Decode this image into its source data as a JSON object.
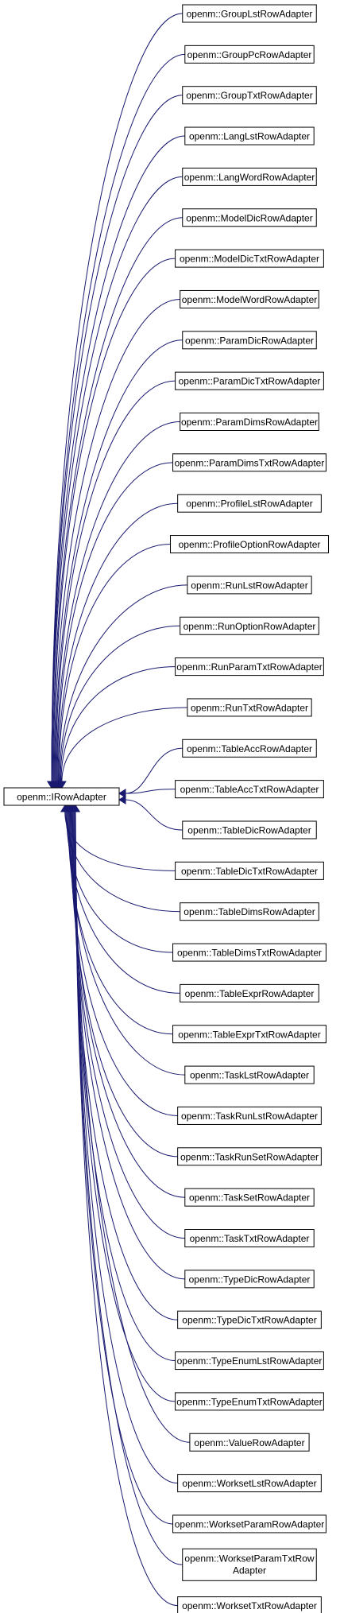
{
  "base_class": "openm::IRowAdapter",
  "derived_classes": [
    "openm::GroupLstRowAdapter",
    "openm::GroupPcRowAdapter",
    "openm::GroupTxtRowAdapter",
    "openm::LangLstRowAdapter",
    "openm::LangWordRowAdapter",
    "openm::ModelDicRowAdapter",
    "openm::ModelDicTxtRowAdapter",
    "openm::ModelWordRowAdapter",
    "openm::ParamDicRowAdapter",
    "openm::ParamDicTxtRowAdapter",
    "openm::ParamDimsRowAdapter",
    "openm::ParamDimsTxtRowAdapter",
    "openm::ProfileLstRowAdapter",
    "openm::ProfileOptionRowAdapter",
    "openm::RunLstRowAdapter",
    "openm::RunOptionRowAdapter",
    "openm::RunParamTxtRowAdapter",
    "openm::RunTxtRowAdapter",
    "openm::TableAccRowAdapter",
    "openm::TableAccTxtRowAdapter",
    "openm::TableDicRowAdapter",
    "openm::TableDicTxtRowAdapter",
    "openm::TableDimsRowAdapter",
    "openm::TableDimsTxtRowAdapter",
    "openm::TableExprRowAdapter",
    "openm::TableExprTxtRowAdapter",
    "openm::TaskLstRowAdapter",
    "openm::TaskRunLstRowAdapter",
    "openm::TaskRunSetRowAdapter",
    "openm::TaskSetRowAdapter",
    "openm::TaskTxtRowAdapter",
    "openm::TypeDicRowAdapter",
    "openm::TypeDicTxtRowAdapter",
    "openm::TypeEnumLstRowAdapter",
    "openm::TypeEnumTxtRowAdapter",
    "openm::ValueRowAdapter",
    "openm::WorksetLstRowAdapter",
    "openm::WorksetParamRowAdapter",
    [
      "openm::WorksetParamTxtRow",
      "Adapter"
    ],
    "openm::WorksetTxtRowAdapter"
  ],
  "colors": {
    "edge": "#191970",
    "box_border": "#000000",
    "background": "#ffffff"
  }
}
